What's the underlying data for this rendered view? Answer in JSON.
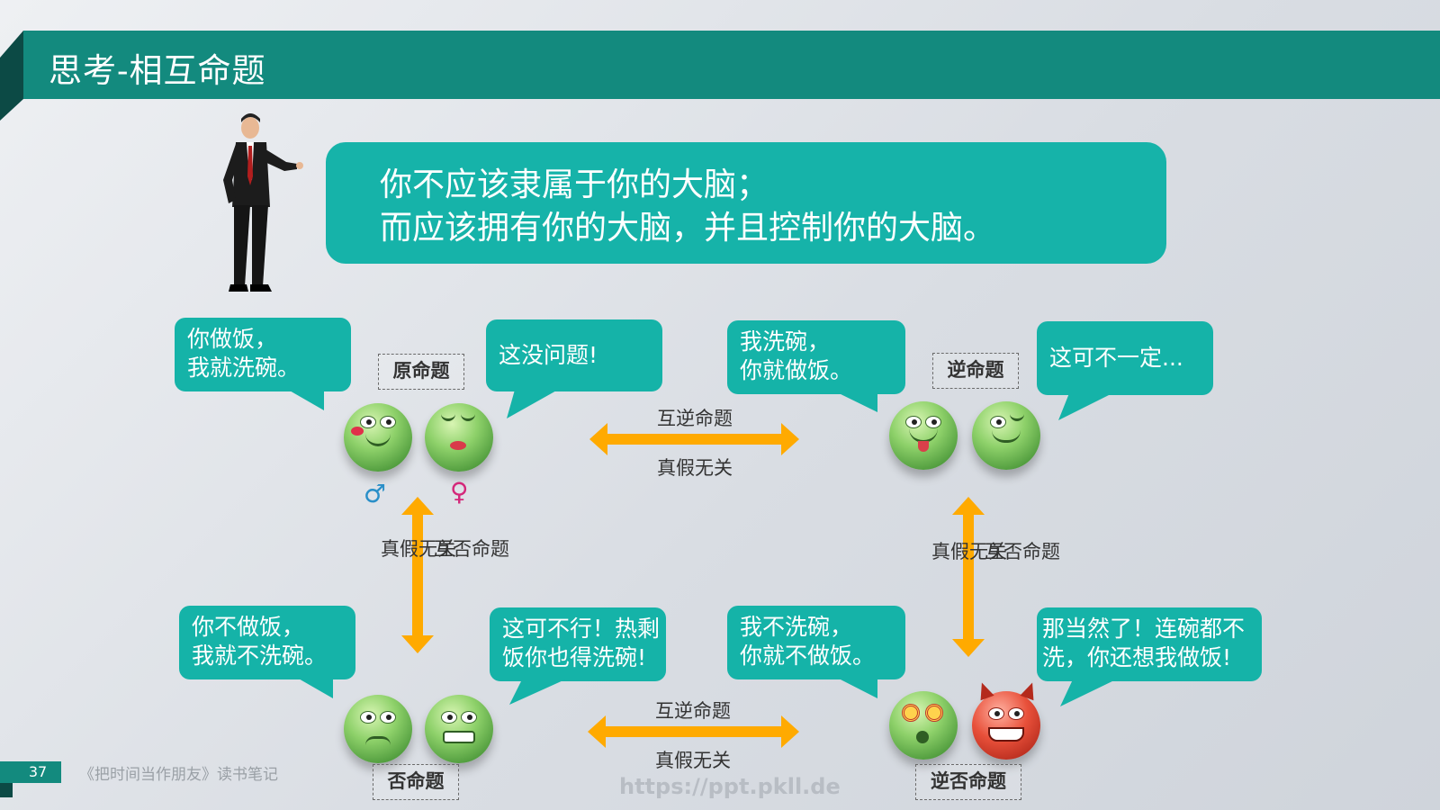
{
  "header": {
    "title": "思考-相互命题"
  },
  "quote": {
    "line1": "你不应该隶属于你的大脑；",
    "line2": "而应该拥有你的大脑，并且控制你的大脑。"
  },
  "quadrants": {
    "original": {
      "label": "原命题",
      "bubble_left": "你做饭，\n我就洗碗。",
      "bubble_right": "这没问题!",
      "gender_male": "♂",
      "gender_female": "♀"
    },
    "converse": {
      "label": "逆命题",
      "bubble_left": "我洗碗，\n你就做饭。",
      "bubble_right": "这可不一定..."
    },
    "inverse": {
      "label": "否命题",
      "bubble_left": "你不做饭，\n我就不洗碗。",
      "bubble_right": "这可不行！热剩\n饭你也得洗碗!"
    },
    "contrapositive": {
      "label": "逆否命题",
      "bubble_left": "我不洗碗，\n你就不做饭。",
      "bubble_right": "那当然了！连碗都不\n洗，你还想我做饭!"
    }
  },
  "relations": {
    "top_h": {
      "name": "互逆命题",
      "truth": "真假无关"
    },
    "bottom_h": {
      "name": "互逆命题",
      "truth": "真假无关"
    },
    "left_v": {
      "truth": "真假无关",
      "name": "互否命题"
    },
    "right_v": {
      "truth": "真假无关",
      "name": "互否命题"
    }
  },
  "footer": {
    "page": "37",
    "book": "《把时间当作朋友》读书笔记",
    "watermark": "https://ppt.pkll.de"
  },
  "colors": {
    "header": "#138a7e",
    "bubble": "#15b3a8",
    "arrow": "#ffaa00",
    "face": "#8ed16a"
  }
}
